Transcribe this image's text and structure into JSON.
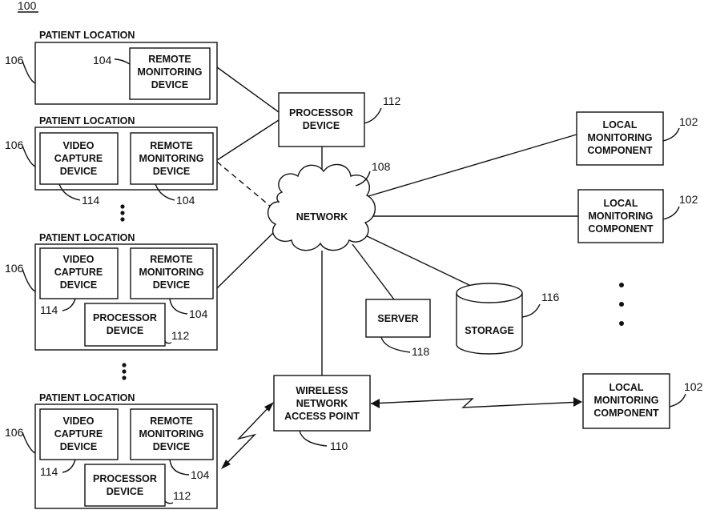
{
  "figure_number": "100",
  "labels": {
    "patient_location": "PATIENT LOCATION",
    "remote_monitoring_device": [
      "REMOTE",
      "MONITORING",
      "DEVICE"
    ],
    "video_capture_device": [
      "VIDEO",
      "CAPTURE",
      "DEVICE"
    ],
    "processor_device": [
      "PROCESSOR",
      "DEVICE"
    ],
    "network": "NETWORK",
    "server": "SERVER",
    "storage": "STORAGE",
    "wireless_access_point": [
      "WIRELESS",
      "NETWORK",
      "ACCESS POINT"
    ],
    "local_monitoring_component": [
      "LOCAL",
      "MONITORING",
      "COMPONENT"
    ]
  },
  "refs": {
    "patient_location": "106",
    "remote_monitoring_device": "104",
    "video_capture_device": "114",
    "processor_device": "112",
    "network": "108",
    "server": "118",
    "storage": "116",
    "wireless_access_point": "110",
    "local_monitoring_component": "102"
  }
}
